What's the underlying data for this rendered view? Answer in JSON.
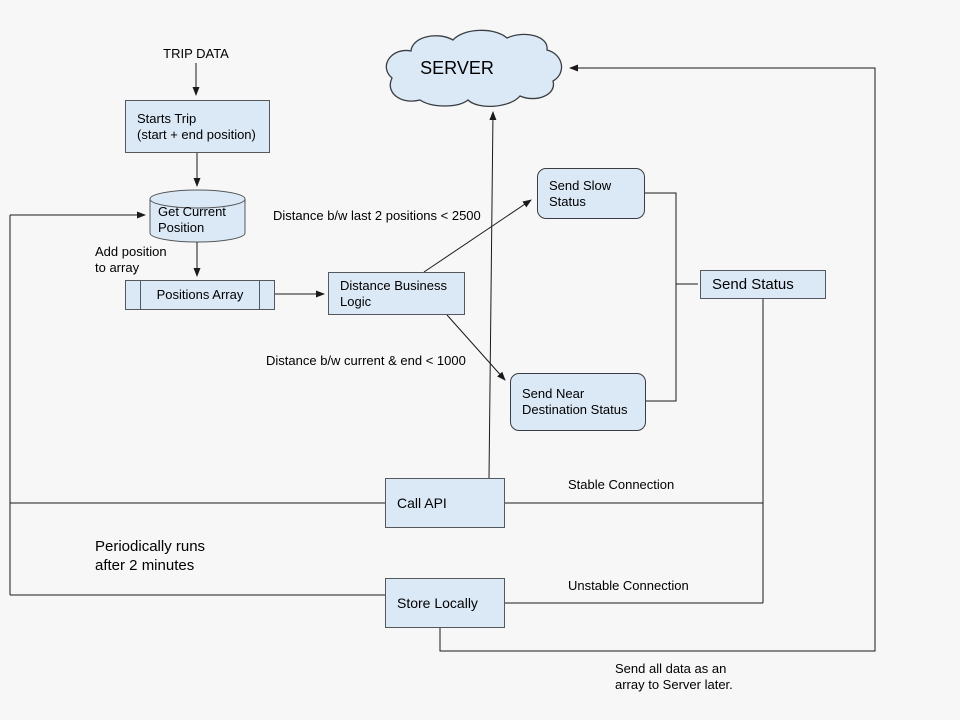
{
  "title": "Trip tracking flowchart",
  "colors": {
    "background": "#f7f7f7",
    "node_fill": "#dbe8f6",
    "node_border": "#55585c",
    "line": "#1a1a1a",
    "text": "#000000"
  },
  "nodes": {
    "trip_data": {
      "label": "TRIP DATA"
    },
    "starts_trip": {
      "line1": "Starts Trip",
      "line2": "(start + end position)"
    },
    "get_current_position": {
      "line1": "Get Current",
      "line2": "Position"
    },
    "positions_array": {
      "label": "Positions Array"
    },
    "distance_business_logic": {
      "line1": "Distance Business",
      "line2": "Logic"
    },
    "send_slow_status": {
      "line1": "Send Slow",
      "line2": "Status"
    },
    "send_near_destination": {
      "line1": "Send Near",
      "line2": "Destination Status"
    },
    "send_status": {
      "label": "Send Status"
    },
    "server": {
      "label": "SERVER"
    },
    "call_api": {
      "label": "Call API"
    },
    "store_locally": {
      "label": "Store Locally"
    }
  },
  "edge_labels": {
    "add_position": {
      "line1": "Add position",
      "line2": "to array"
    },
    "distance_last_two": "Distance b/w last 2 positions < 2500",
    "distance_current_end": "Distance b/w current & end < 1000",
    "stable_connection": "Stable Connection",
    "unstable_connection": "Unstable Connection",
    "periodic": {
      "line1": "Periodically runs",
      "line2": "after 2 minutes"
    },
    "send_all_later": {
      "line1": "Send all data as an",
      "line2": "array to Server later."
    }
  }
}
